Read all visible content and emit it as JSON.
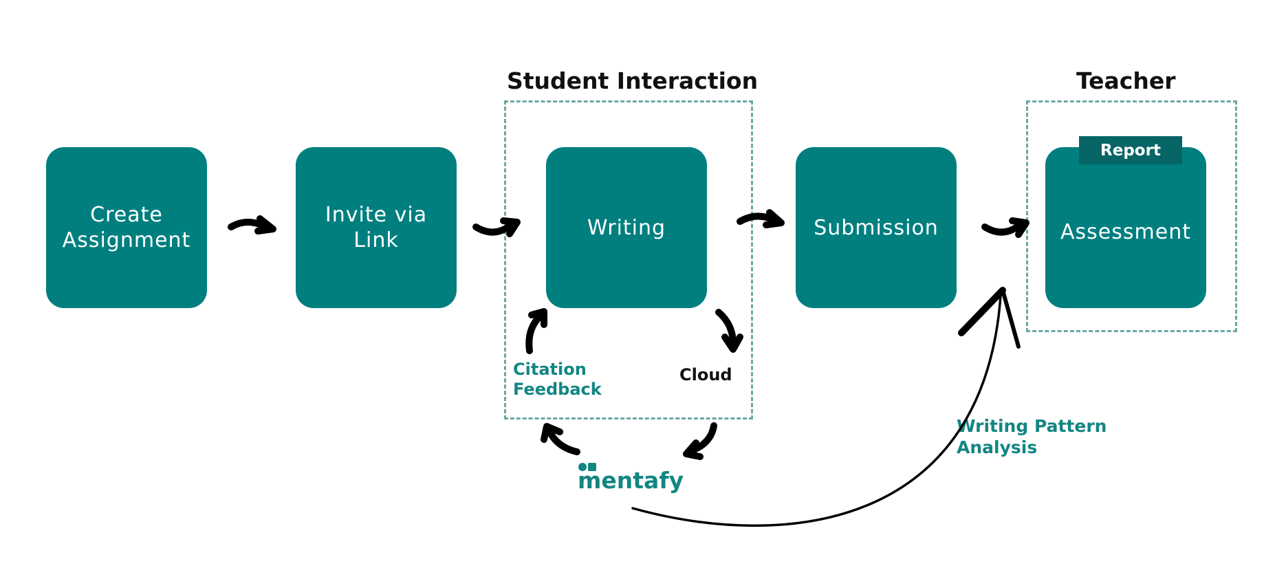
{
  "groups": {
    "student_title": "Student Interaction",
    "teacher_title": "Teacher"
  },
  "steps": {
    "create": "Create\nAssignment",
    "invite": "Invite via\nLink",
    "writing": "Writing",
    "submission": "Submission",
    "assessment": "Assessment"
  },
  "report_tab": "Report",
  "cycle": {
    "citation": "Citation\nFeedback",
    "cloud": "Cloud"
  },
  "analysis_label": "Writing Pattern\nAnalysis",
  "logo_text": "mentafy",
  "colors": {
    "box": "#017f7f",
    "tab": "#076565",
    "dashed": "#6aa8a4",
    "teal_text": "#128683",
    "arrow": "#000000"
  }
}
